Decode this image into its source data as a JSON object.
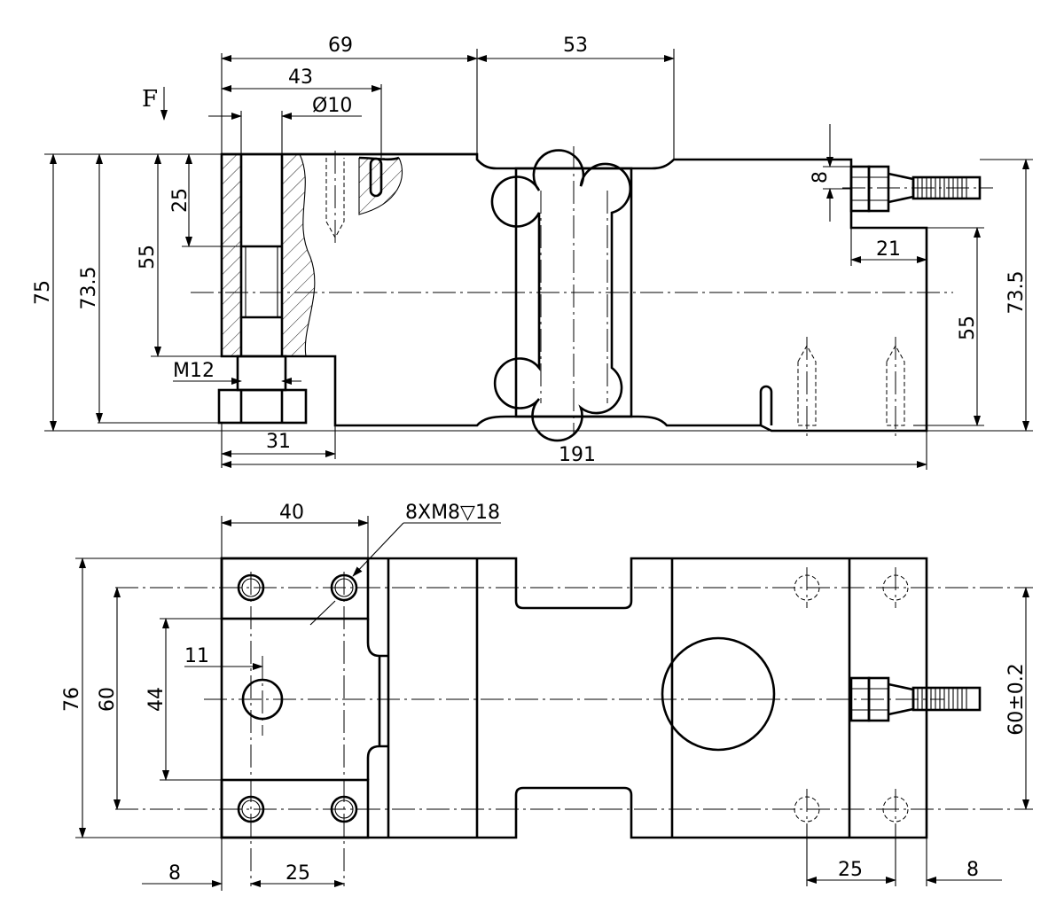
{
  "force_label": "F",
  "front_view": {
    "dims": {
      "d69": "69",
      "d53": "53",
      "d43": "43",
      "dia10": "Ø10",
      "d75": "75",
      "d73_5_left": "73.5",
      "d55_left": "55",
      "d25_hole": "25",
      "m12": "M12",
      "d31": "31",
      "d191": "191",
      "d8_cable": "8",
      "d21": "21",
      "d55_right": "55",
      "d73_5_right": "73.5"
    }
  },
  "top_view": {
    "dims": {
      "d40": "40",
      "thread_note": "8XM8▽18",
      "d11": "11",
      "d76": "76",
      "d60_left": "60",
      "d44": "44",
      "d8_left": "8",
      "d25_left": "25",
      "d25_right": "25",
      "d8_right": "8",
      "d60_tol": "60±0.2"
    }
  }
}
